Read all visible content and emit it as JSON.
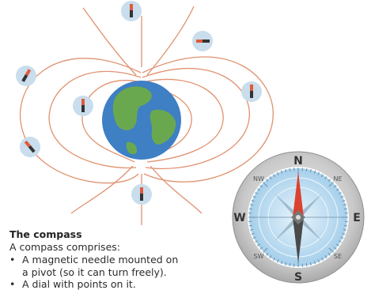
{
  "diagram": {
    "field_line_color": "#e0926f",
    "earth_ocean_color": "#3f7fc4",
    "earth_land_color": "#6aa84f",
    "badge_color": "#c9ddec"
  },
  "text": {
    "title": "The compass",
    "intro": "A compass comprises:",
    "bullet1_a": "A magnetic needle mounted on",
    "bullet1_b": "a pivot (so it can turn freely).",
    "bullet2_partial": "A dial with points on it."
  },
  "compass": {
    "cardinals": {
      "n": "N",
      "e": "E",
      "s": "S",
      "w": "W"
    },
    "intercardinals": {
      "ne": "NE",
      "se": "SE",
      "sw": "SW",
      "nw": "NW"
    },
    "needle_north_color": "#d9432f",
    "needle_south_color": "#4a4a4a",
    "dial_color": "#bcd9ef",
    "bezel_color": "#b8b8b8"
  }
}
